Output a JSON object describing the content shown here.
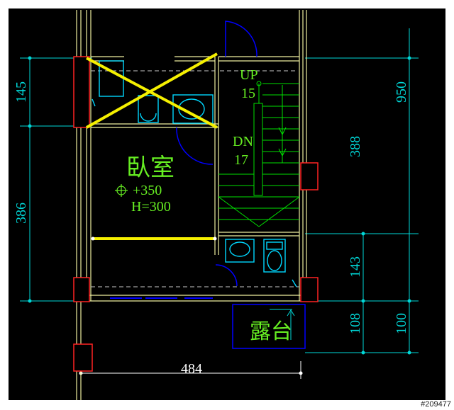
{
  "room": {
    "name": "臥室",
    "elevation": "+350",
    "height": "H=300"
  },
  "stairs": {
    "up_label": "UP",
    "up_steps": "15",
    "down_label": "DN",
    "down_steps": "17"
  },
  "balcony": {
    "name": "露台"
  },
  "dimensions": {
    "left_top": "145",
    "left_bottom": "386",
    "right_outer": "950",
    "right_mid": "388",
    "right_lower": "143",
    "right_bottom_inner": "108",
    "right_bottom_outer": "100",
    "bottom_width": "484"
  },
  "watermark": "#209477",
  "colors": {
    "background": "#000000",
    "wall": "#f0f0a0",
    "dimension": "#00d7d7",
    "fixture": "#00d7ff",
    "door": "#0000ff",
    "stair": "#00e000",
    "annotation": "#f5f000",
    "label": "#66ee22",
    "column": "#ff2222"
  }
}
